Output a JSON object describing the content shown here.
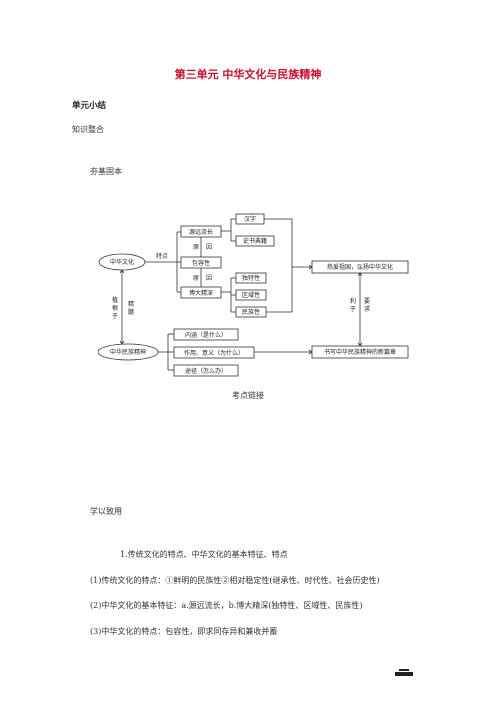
{
  "doc": {
    "title": "第三单元  中华文化与民族精神",
    "section": "单元小结",
    "knowledge": "知识整合",
    "foundation": "夯基固本",
    "exam_link": "考点链接",
    "apply": "学以致用",
    "item1": "1.传统文化的特点、中华文化的基本特征、特点",
    "item1_1": "(1)传统文化的特点：①鲜明的民族性②相对稳定性(继承性、时代性、社会历史性)",
    "item1_2": "(2)中华文化的基本特征：a.源远流长，b.博大精深(独特性、区域性、民族性)",
    "item1_3": "(3)中华文化的特点：包容性，即求同存异和兼收并蓄"
  },
  "diagram": {
    "zhonghua": "中华文化",
    "tedian": "特点",
    "yuanyuan": "源远流长",
    "hanzi": "汉字",
    "shishu": "史书典籍",
    "yuan1": "原",
    "yin1": "因",
    "baorong": "包容性",
    "yuan2": "原",
    "yin2": "因",
    "boda": "博大精深",
    "dute": "独特性",
    "quyu": "区域性",
    "minzu": "民族性",
    "reai": "热爱祖国，弘扬中华文化",
    "li": "利",
    "yu": "于",
    "yao": "要",
    "qiu": "求",
    "zhi": "植",
    "gen": "根",
    "yu2": "于",
    "jing": "精",
    "sui": "髓",
    "jingshen": "中华民族精神",
    "neihan": "内涵（是什么）",
    "zuoyong": "作用、意义（为什么）",
    "tujing": "途径（怎么办）",
    "shuxie": "书写中华民族精神的新篇章"
  }
}
